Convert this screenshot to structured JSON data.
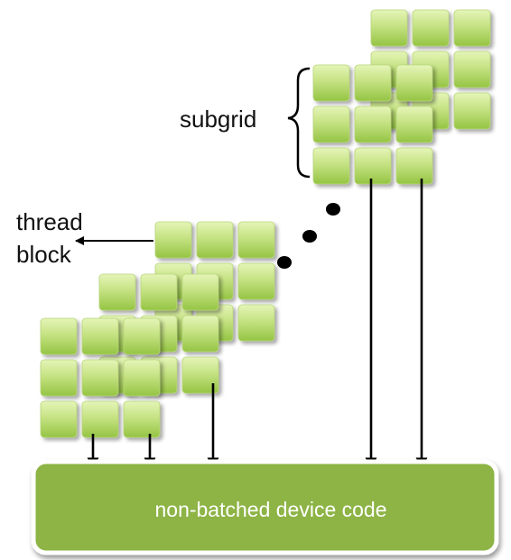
{
  "labels": {
    "subgrid": "subgrid",
    "thread_line1": "thread",
    "thread_line2": "block",
    "device_code": "non-batched device code"
  },
  "colors": {
    "cell_light": "#e3f3b4",
    "cell_dark": "#9cc84a",
    "device_box": "#8db445",
    "device_box_stroke": "#ffffff",
    "arrow": "#000000"
  }
}
